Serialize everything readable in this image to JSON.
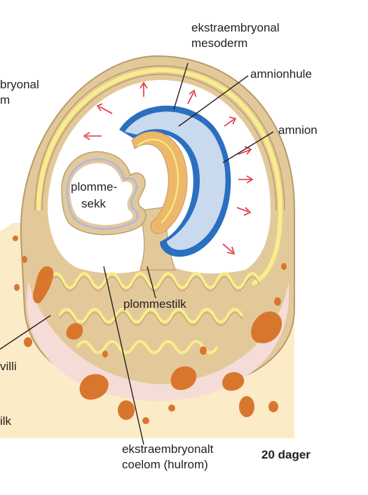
{
  "labels": {
    "extraembryonic_mesoderm": [
      "ekstraembryonal",
      "mesoderm"
    ],
    "amniotic_cavity": "amnionhule",
    "amnion": "amnion",
    "left_cut_top": [
      "bryonal",
      "m"
    ],
    "yolk_sac": [
      "plomme-",
      "sekk"
    ],
    "yolk_stalk": "plommestilk",
    "chorionic_villi_cut": "villi",
    "connecting_stalk_cut": "ilk",
    "extraembryonic_coelom": [
      "ekstraembryonalt",
      "coelom (hulrom)"
    ],
    "age": "20 dager"
  },
  "colors": {
    "tissue_tan": "#e3c99a",
    "decidua_pink": "#f6dcd6",
    "villi_yellow": "#f7ee8a",
    "blood_orange": "#d9762e",
    "amnion_blue": "#2a6fc0",
    "amniotic_fluid": "#c9d9ee",
    "yolk_sac_lining": "#b7b7d9",
    "embryo_orange": "#eeb86a",
    "arrow_red": "#e0303a"
  }
}
